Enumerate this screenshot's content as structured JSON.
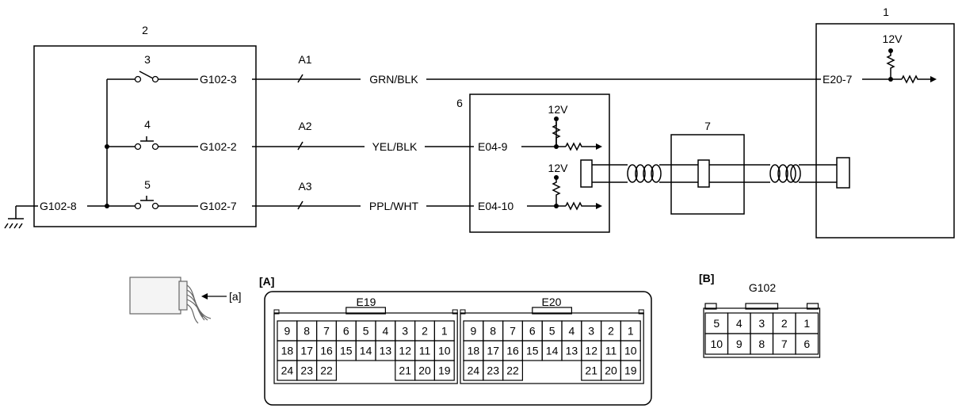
{
  "units": {
    "u1": {
      "number": "1",
      "pin_a1": "E20-7",
      "voltage": "12V"
    },
    "u2": {
      "number": "2",
      "pins": [
        "G102-3",
        "G102-2",
        "G102-7",
        "G102-8"
      ]
    },
    "u6": {
      "number": "6",
      "pins": [
        "E04-9",
        "E04-10"
      ],
      "voltage_top": "12V",
      "voltage_bottom": "12V"
    },
    "u7": {
      "number": "7"
    }
  },
  "switches": [
    "3",
    "4",
    "5"
  ],
  "circuits": [
    {
      "id": "A1",
      "wire": "GRN/BLK"
    },
    {
      "id": "A2",
      "wire": "YEL/BLK"
    },
    {
      "id": "A3",
      "wire": "PPL/WHT"
    }
  ],
  "connector_a": {
    "label": "[A]",
    "e19": {
      "name": "E19",
      "row1": [
        "9",
        "8",
        "7",
        "6",
        "5",
        "4",
        "3",
        "2",
        "1"
      ],
      "row2": [
        "18",
        "17",
        "16",
        "15",
        "14",
        "13",
        "12",
        "11",
        "10"
      ],
      "row3_left": [
        "24",
        "23",
        "22"
      ],
      "row3_right": [
        "21",
        "20",
        "19"
      ]
    },
    "e20": {
      "name": "E20",
      "row1": [
        "9",
        "8",
        "7",
        "6",
        "5",
        "4",
        "3",
        "2",
        "1"
      ],
      "row2": [
        "18",
        "17",
        "16",
        "15",
        "14",
        "13",
        "12",
        "11",
        "10"
      ],
      "row3_left": [
        "24",
        "23",
        "22"
      ],
      "row3_right": [
        "21",
        "20",
        "19"
      ]
    }
  },
  "connector_b": {
    "label": "[B]",
    "name": "G102",
    "row1": [
      "5",
      "4",
      "3",
      "2",
      "1"
    ],
    "row2": [
      "10",
      "9",
      "8",
      "7",
      "6"
    ]
  },
  "connector_icon_label": "[a]"
}
